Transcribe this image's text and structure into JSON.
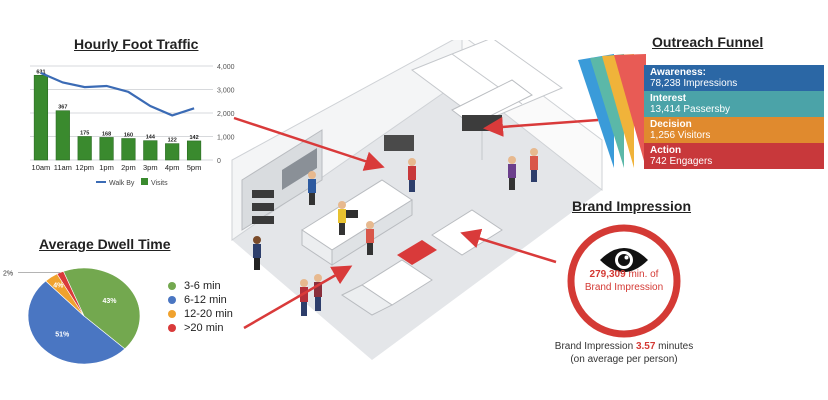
{
  "hourly": {
    "title": "Hourly Foot Traffic",
    "legend_walkby": "Walk By",
    "legend_visits": "Visits"
  },
  "funnel": {
    "title": "Outreach Funnel",
    "stages": [
      {
        "name": "Awareness:",
        "value": "78,238 Impressions",
        "color": "#2b67a5"
      },
      {
        "name": "Interest",
        "value": "13,414 Passersby",
        "color": "#4ba3a8"
      },
      {
        "name": "Decision",
        "value": "1,256 Visitors",
        "color": "#e08a2e"
      },
      {
        "name": "Action",
        "value": "742 Engagers",
        "color": "#c8383b"
      }
    ]
  },
  "brand": {
    "title": "Brand Impression",
    "total_value": "279,309",
    "total_unit": " min. of",
    "total_label": "Brand Impression",
    "caption_prefix": "Brand Impression ",
    "caption_value": "3.57",
    "caption_suffix": " minutes",
    "caption_line2": "(on average per person)",
    "ring_color": "#d43a35"
  },
  "dwell": {
    "title": "Average Dwell Time"
  },
  "chart_data": [
    {
      "type": "bar",
      "title": "Hourly Foot Traffic",
      "categories": [
        "10am",
        "11am",
        "12pm",
        "1pm",
        "2pm",
        "3pm",
        "4pm",
        "5pm"
      ],
      "series": [
        {
          "name": "Visits",
          "type": "bar",
          "axis": "left",
          "color": "#3a8a2e",
          "values": [
            631,
            367,
            175,
            168,
            160,
            144,
            122,
            142
          ],
          "labels": [
            "631",
            "367",
            "175",
            "168",
            "160",
            "144",
            "122",
            "142"
          ]
        },
        {
          "name": "Walk By",
          "type": "line",
          "axis": "right",
          "color": "#3b6bb5",
          "values": [
            3700,
            3300,
            3100,
            3150,
            2900,
            2300,
            1900,
            2200
          ]
        }
      ],
      "y_right": {
        "ticks": [
          "0",
          "1,000",
          "2,000",
          "3,000",
          "4,000"
        ],
        "ylim": [
          0,
          4000
        ]
      },
      "y_left": {
        "ylim": [
          0,
          700
        ]
      },
      "legend": "bottom"
    },
    {
      "type": "pie",
      "title": "Average Dwell Time",
      "slices": [
        {
          "label": "3-6 min",
          "value": 43,
          "display": "43%",
          "color": "#73a84f"
        },
        {
          "label": "6-12 min",
          "value": 51,
          "display": "51%",
          "color": "#4a76c2"
        },
        {
          "label": "12-20 min",
          "value": 4,
          "display": "4%",
          "color": "#f0a22e"
        },
        {
          "label": ">20 min",
          "value": 2,
          "display": "2%",
          "color": "#d93a3a"
        }
      ],
      "legend": "right"
    }
  ]
}
